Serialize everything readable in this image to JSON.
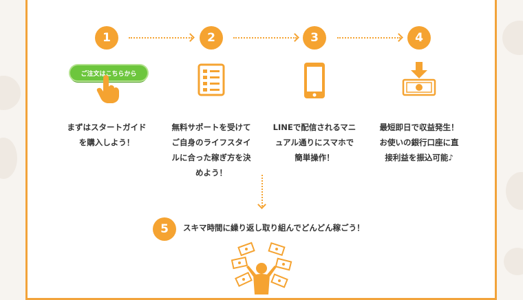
{
  "steps": [
    {
      "number": "1",
      "icon": "order-button-hand-icon",
      "text": "まずはスタートガイド\nを購入しよう！"
    },
    {
      "number": "2",
      "icon": "checklist-icon",
      "text": "無料サポートを受けて\nご自身のライフスタイ\nルに合った稼ぎ方を決\nめよう！"
    },
    {
      "number": "3",
      "icon": "smartphone-icon",
      "text": "LINEで配信されるマニ\nュアル通りにスマホで\n簡単操作！"
    },
    {
      "number": "4",
      "icon": "money-arrow-icon",
      "text": "最短即日で収益発生！\nお使いの銀行口座に直\n接利益を振込可能♪"
    }
  ],
  "order_button_label": "ご注文はこちらから",
  "step5": {
    "number": "5",
    "text": "スキマ時間に繰り返し取り組んでどんどん稼ごう！",
    "icon": "person-money-icon"
  },
  "colors": {
    "accent": "#f5a331",
    "button": "#6dc63d",
    "text": "#333333"
  }
}
